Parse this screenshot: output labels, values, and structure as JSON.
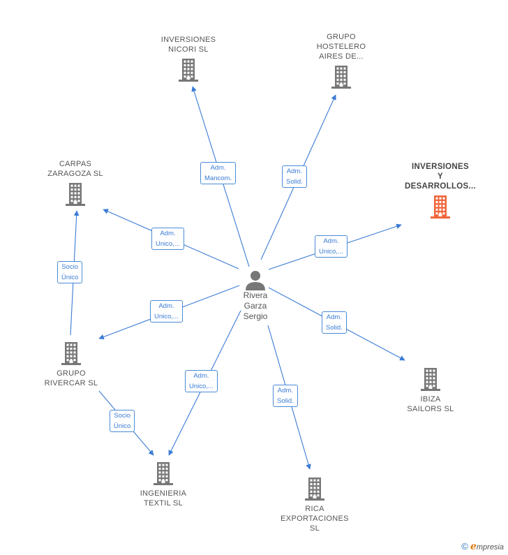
{
  "center": {
    "label": "Rivera\nGarza\nSergio",
    "icon": "person-icon"
  },
  "colors": {
    "edge": "#3a7bd5",
    "building": "#777777",
    "highlight": "#f0643a"
  },
  "nodes": [
    {
      "id": "nicori",
      "label": "INVERSIONES\nNICORI  SL",
      "icon": "building-icon"
    },
    {
      "id": "grupo_hostelero",
      "label": "GRUPO\nHOSTELERO\nAIRES DE...",
      "icon": "building-icon"
    },
    {
      "id": "inversiones_desarrollos",
      "label": "INVERSIONES\nY\nDESARROLLOS...",
      "icon": "building-icon",
      "highlight": true
    },
    {
      "id": "carpas",
      "label": "CARPAS\nZARAGOZA SL",
      "icon": "building-icon"
    },
    {
      "id": "rivercar",
      "label": "GRUPO\nRIVERCAR  SL",
      "icon": "building-icon"
    },
    {
      "id": "ibiza",
      "label": "IBIZA\nSAILORS  SL",
      "icon": "building-icon"
    },
    {
      "id": "ingenieria",
      "label": "INGENIERIA\nTEXTIL  SL",
      "icon": "building-icon"
    },
    {
      "id": "rica",
      "label": "RICA\nEXPORTACIONES\nSL",
      "icon": "building-icon"
    }
  ],
  "edges": [
    {
      "from": "center",
      "to": "nicori",
      "label": "Adm.\nMancom."
    },
    {
      "from": "center",
      "to": "grupo_hostelero",
      "label": "Adm.\nSolid."
    },
    {
      "from": "center",
      "to": "inversiones_desarrollos",
      "label": "Adm.\nUnico,..."
    },
    {
      "from": "center",
      "to": "carpas",
      "label": "Adm.\nUnico,..."
    },
    {
      "from": "center",
      "to": "rivercar",
      "label": "Adm.\nUnico,..."
    },
    {
      "from": "center",
      "to": "ibiza",
      "label": "Adm.\nSolid."
    },
    {
      "from": "center",
      "to": "ingenieria",
      "label": "Adm.\nUnico,..."
    },
    {
      "from": "center",
      "to": "rica",
      "label": "Adm.\nSolid."
    },
    {
      "from": "rivercar",
      "to": "carpas",
      "label": "Socio\nÚnico"
    },
    {
      "from": "rivercar",
      "to": "ingenieria",
      "label": "Socio\nÚnico"
    }
  ],
  "brand": {
    "symbol": "©",
    "initial": "e",
    "rest": "mpresia"
  }
}
